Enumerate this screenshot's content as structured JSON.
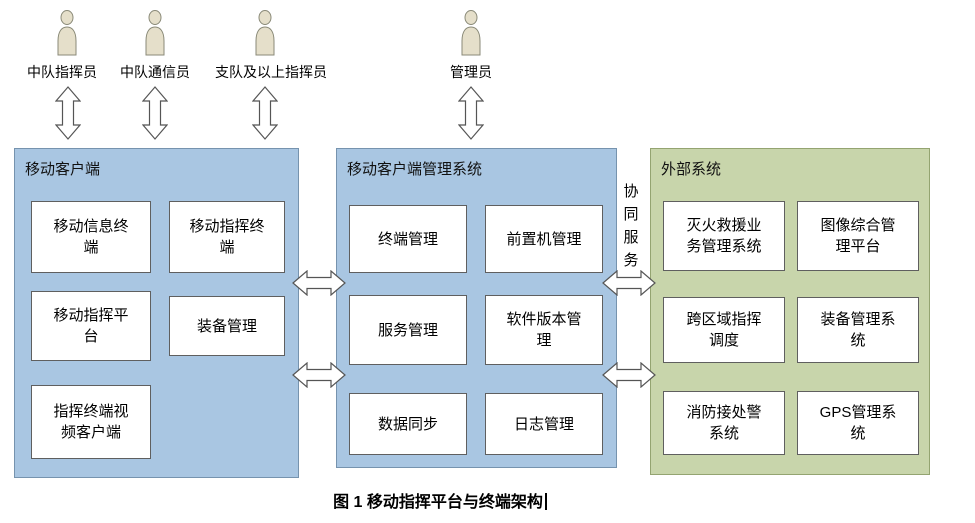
{
  "caption": {
    "text": "图 1 移动指挥平台与终端架构"
  },
  "actors": [
    {
      "label": "中队指挥员"
    },
    {
      "label": "中队通信员"
    },
    {
      "label": "支队及以上指挥员"
    },
    {
      "label": "管理员"
    }
  ],
  "connector_label": "协同服务",
  "colors": {
    "client_panel": "#a9c6e2",
    "management_panel": "#a9c6e2",
    "external_panel": "#c8d5ab",
    "box_background": "#ffffff",
    "arrow_fill": "#ffffff",
    "arrow_outline": "#555555"
  },
  "panels": {
    "client": {
      "title": "移动客户端",
      "items": [
        "移动信息终端",
        "移动指挥终端",
        "移动指挥平台",
        "装备管理",
        "指挥终端视频客户端"
      ]
    },
    "management": {
      "title": "移动客户端管理系统",
      "items": [
        "终端管理",
        "前置机管理",
        "服务管理",
        "软件版本管理",
        "数据同步",
        "日志管理"
      ]
    },
    "external": {
      "title": "外部系统",
      "items": [
        "灭火救援业务管理系统",
        "图像综合管理平台",
        "跨区域指挥调度",
        "装备管理系统",
        "消防接处警系统",
        "GPS管理系统"
      ]
    }
  }
}
